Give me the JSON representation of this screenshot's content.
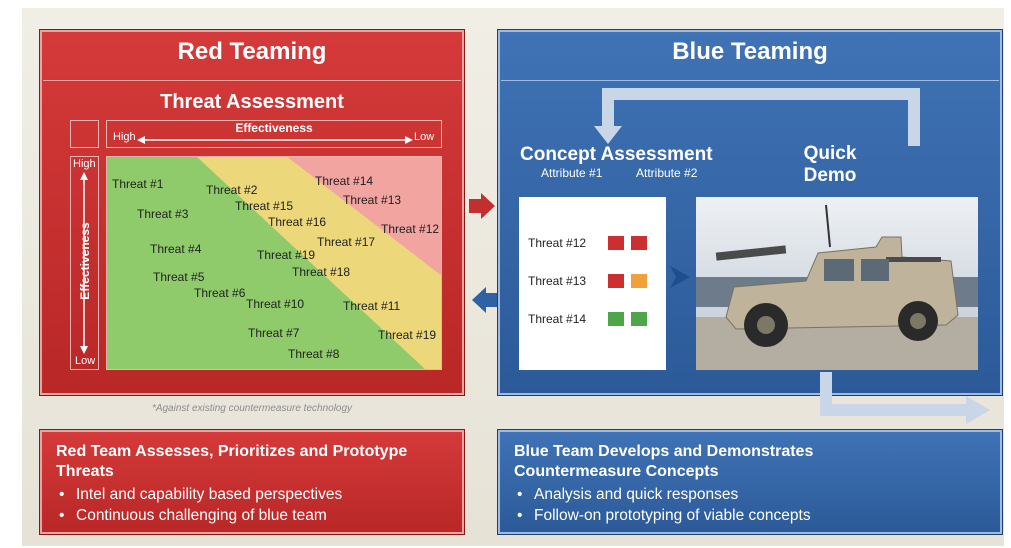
{
  "red": {
    "title": "Red Teaming",
    "subtitle": "Threat Assessment",
    "matrix": {
      "x_label": "Effectiveness",
      "x_high": "High",
      "x_low": "Low",
      "y_label": "Effectiveness",
      "y_high": "High",
      "y_low": "Low",
      "threats": [
        "Threat #1",
        "Threat #2",
        "Threat #3",
        "Threat #14",
        "Threat #15",
        "Threat #13",
        "Threat #16",
        "Threat #12",
        "Threat #4",
        "Threat #19",
        "Threat #17",
        "Threat #5",
        "Threat #18",
        "Threat #6",
        "Threat #10",
        "Threat #11",
        "Threat #7",
        "Threat #19",
        "Threat #8"
      ]
    },
    "footnote": "*Against existing countermeasure technology",
    "summary_title": "Red Team Assesses, Prioritizes and Prototype Threats",
    "bullets": [
      "Intel and capability based perspectives",
      "Continuous challenging of blue team"
    ]
  },
  "blue": {
    "title": "Blue Teaming",
    "concept_title": "Concept Assessment",
    "attr1": "Attribute #1",
    "attr2": "Attribute #2",
    "quick_demo": "Quick Demo",
    "rows": [
      {
        "label": "Threat #12",
        "c1": "#cc2f2f",
        "c2": "#cc2f2f"
      },
      {
        "label": "Threat #13",
        "c1": "#cc2f2f",
        "c2": "#f0a23a"
      },
      {
        "label": "Threat #14",
        "c1": "#4da64a",
        "c2": "#4da64a"
      }
    ],
    "summary_title": "Blue Team Develops and Demonstrates Countermeasure Concepts",
    "bullets": [
      "Analysis and quick responses",
      "Follow-on prototyping of viable concepts"
    ]
  },
  "colors": {
    "red": "#c32f2f",
    "blue": "#2f62a5",
    "zone_green": "#8fcb6b",
    "zone_yellow": "#ecd77a",
    "zone_red": "#f2a4a0"
  }
}
